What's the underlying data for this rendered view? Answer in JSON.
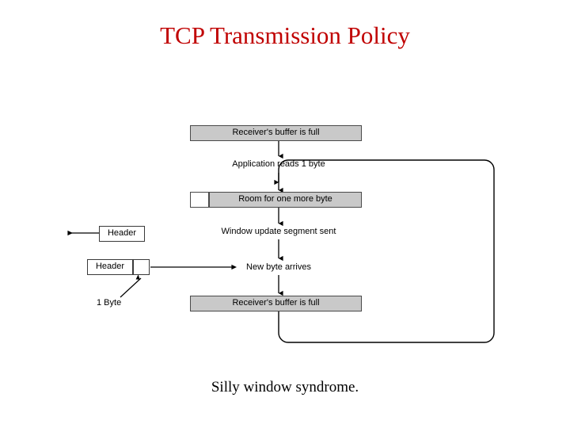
{
  "slide": {
    "title": "TCP Transmission Policy",
    "title_color": "#c00000",
    "caption": "Silly window syndrome.",
    "background_color": "#ffffff"
  },
  "figure": {
    "name": "silly-window-syndrome-diagram",
    "box_fill_color": "#c9c9c9",
    "box_border_color": "#4a4a4a",
    "line_color": "#000000",
    "steps": [
      {
        "id": "receiver-buffer-full-top",
        "label": "Receiver's buffer is full",
        "kind": "gray-bar"
      },
      {
        "id": "application-reads-1-byte",
        "label": "Application reads 1 byte",
        "kind": "text"
      },
      {
        "id": "room-for-one-more-byte",
        "label": "Room for one more byte",
        "kind": "gray-bar-with-cell"
      },
      {
        "id": "window-update-segment-sent",
        "label": "Window update segment sent",
        "kind": "text"
      },
      {
        "id": "new-byte-arrives",
        "label": "New byte arrives",
        "kind": "text"
      },
      {
        "id": "receiver-buffer-full-bottom",
        "label": "Receiver's buffer is full",
        "kind": "gray-bar"
      }
    ],
    "packets": [
      {
        "id": "window-update-packet",
        "header_label": "Header"
      },
      {
        "id": "one-byte-packet",
        "header_label": "Header",
        "payload_label": "1 Byte"
      }
    ]
  }
}
